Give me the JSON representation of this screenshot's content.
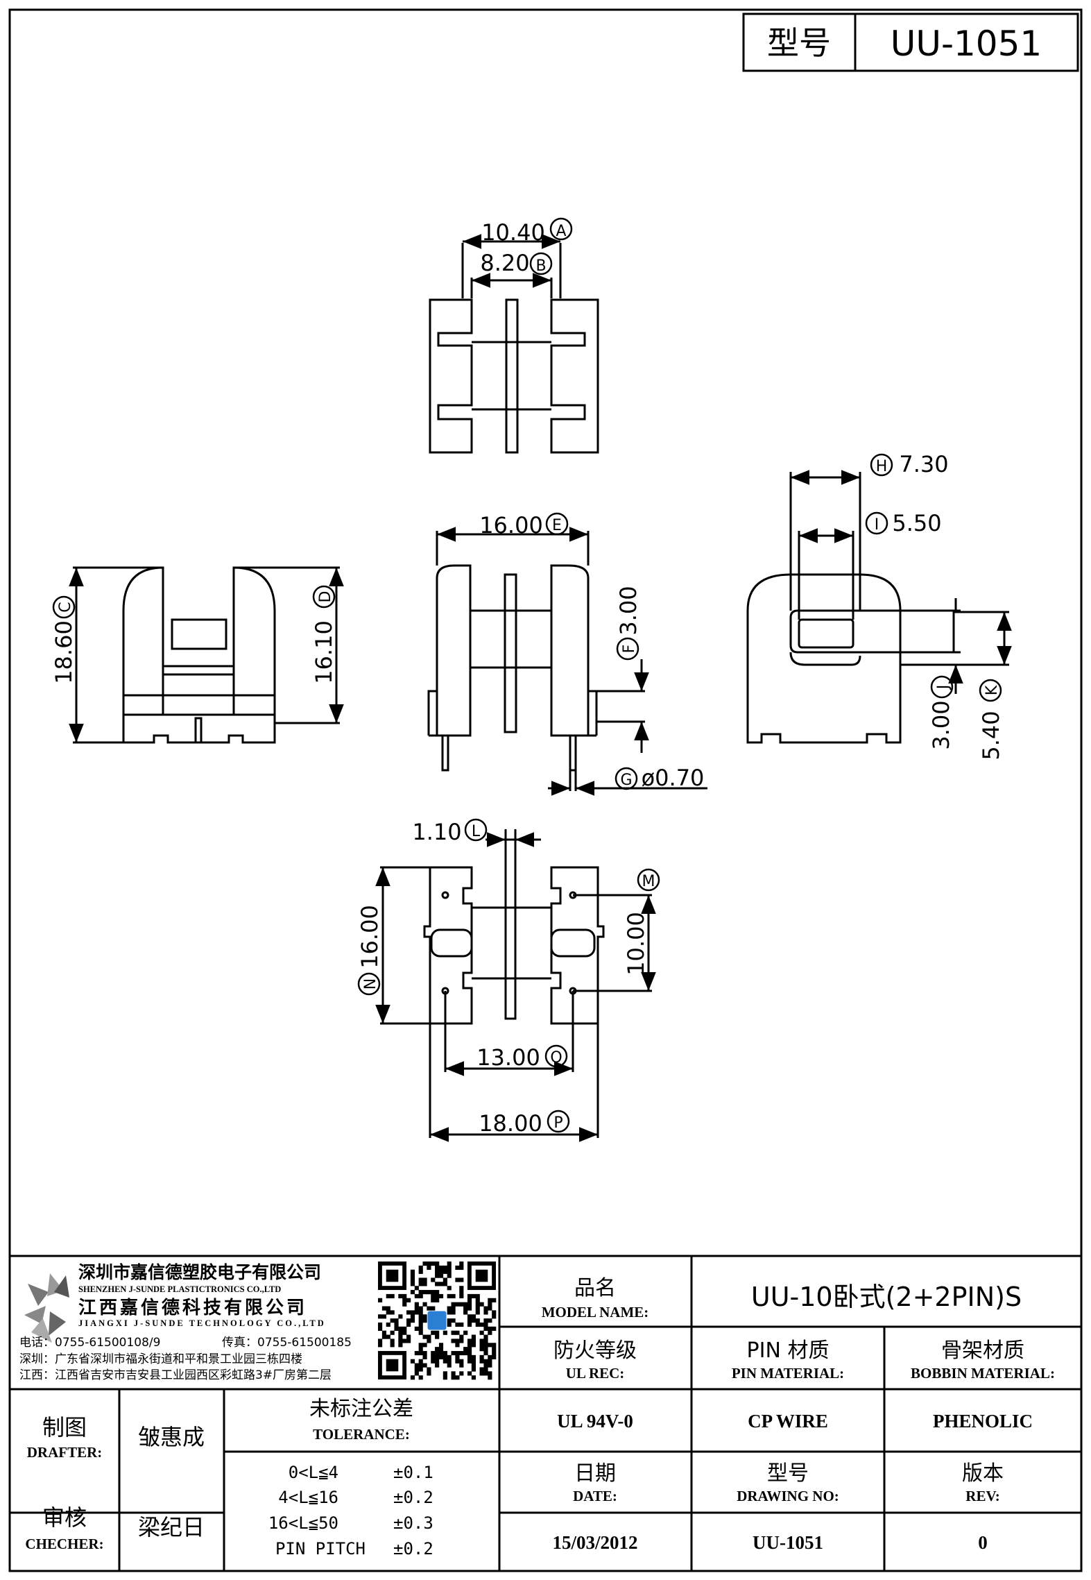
{
  "header": {
    "model_label": "型号",
    "model_value": "UU-1051"
  },
  "dimensions": {
    "A": "10.40",
    "B": "8.20",
    "C": "18.60",
    "D": "16.10",
    "E": "16.00",
    "F": "3.00",
    "G": "ø0.70",
    "H": "7.30",
    "I": "5.50",
    "J": "3.00",
    "K": "5.40",
    "L": "1.10",
    "M": "10.00",
    "N": "16.00",
    "O": "13.00",
    "P": "18.00"
  },
  "dimension_markers": {
    "A": "A",
    "B": "B",
    "C": "C",
    "D": "D",
    "E": "E",
    "F": "F",
    "G": "G",
    "H": "H",
    "I": "I",
    "J": "J",
    "K": "K",
    "L": "L",
    "M": "M",
    "N": "N",
    "O": "O",
    "P": "P"
  },
  "company": {
    "name_cn_1": "深圳市嘉信德塑胶电子有限公司",
    "name_en_1": "SHENZHEN J-SUNDE PLASTICTRONICS CO.,LTD",
    "name_cn_2": "江西嘉信德科技有限公司",
    "name_en_2": "JIANGXI J-SUNDE TECHNOLOGY CO.,LTD",
    "phone": "电话：0755-61500108/9",
    "fax": "传真：0755-61500185",
    "addr_sz": "深圳：广东省深圳市福永街道和平和景工业园三栋四楼",
    "addr_jx": "江西：江西省吉安市吉安县工业园西区彩虹路3#厂房第二层"
  },
  "title_block": {
    "model_name_cn": "品名",
    "model_name_en": "MODEL NAME:",
    "model_name_value": "UU-10卧式(2+2PIN)S",
    "ul_cn": "防火等级",
    "ul_en": "UL REC:",
    "ul_value": "UL 94V-0",
    "pin_cn": "PIN 材质",
    "pin_en": "PIN MATERIAL:",
    "pin_value": "CP WIRE",
    "bobbin_cn": "骨架材质",
    "bobbin_en": "BOBBIN MATERIAL:",
    "bobbin_value": "PHENOLIC",
    "drafter_cn": "制图",
    "drafter_en": "DRAFTER:",
    "drafter_value": "皱惠成",
    "checker_cn": "审核",
    "checker_en": "CHECHER:",
    "checker_value": "梁纪日",
    "tolerance_cn": "未标注公差",
    "tolerance_en": "TOLERANCE:",
    "tolerances": [
      {
        "range": "0<L≦4",
        "value": "±0.1"
      },
      {
        "range": "4<L≦16",
        "value": "±0.2"
      },
      {
        "range": "16<L≦50",
        "value": "±0.3"
      },
      {
        "range": "PIN PITCH",
        "value": "±0.2"
      }
    ],
    "date_cn": "日期",
    "date_en": "DATE:",
    "date_value": "15/03/2012",
    "drawing_cn": "型号",
    "drawing_en": "DRAWING NO:",
    "drawing_value": "UU-1051",
    "rev_cn": "版本",
    "rev_en": "REV:",
    "rev_value": "0"
  },
  "colors": {
    "line": "#000000",
    "qr_accent": "#2a7fd4"
  }
}
